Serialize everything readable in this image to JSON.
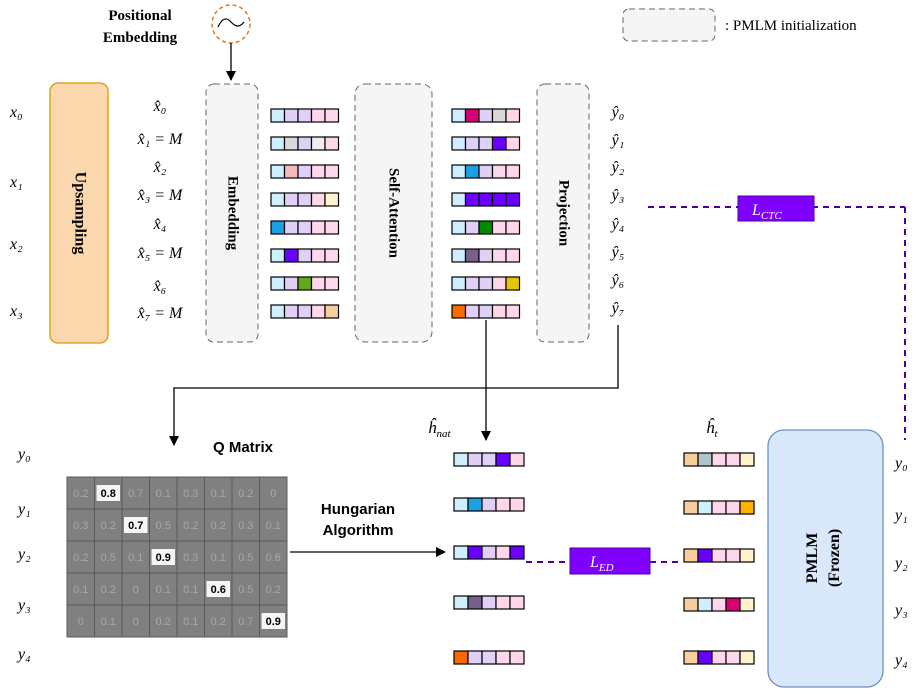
{
  "positional_embedding": {
    "line1": "Positional",
    "line2": "Embedding"
  },
  "legend": {
    "label": ": PMLM initialization"
  },
  "inputs": [
    "x₀",
    "x₁",
    "x₂",
    "x₃"
  ],
  "upsampled": [
    "x̂₀",
    "x̂₁ = M",
    "x̂₂",
    "x̂₃ = M",
    "x̂₄",
    "x̂₅ = M",
    "x̂₆",
    "x̂₇ = M"
  ],
  "blocks": {
    "upsampling": "Upsampling",
    "embedding": "Embedding",
    "self_attention": "Self-Attention",
    "projection": "Projection",
    "pmlm_line1": "PMLM",
    "pmlm_line2": "(Frozen)"
  },
  "outputs_hat": [
    "ŷ₀",
    "ŷ₁",
    "ŷ₂",
    "ŷ₃",
    "ŷ₄",
    "ŷ₅",
    "ŷ₆",
    "ŷ₇"
  ],
  "loss_ctc": {
    "main": "L",
    "sub": "CTC"
  },
  "loss_ed": {
    "main": "L",
    "sub": "ED"
  },
  "h_nat": {
    "main": "ĥ",
    "sub": "nat"
  },
  "h_t": {
    "main": "ĥ",
    "sub": "t"
  },
  "q_matrix": {
    "title": "Q Matrix",
    "rows_left": [
      "y₀",
      "y₁",
      "y₂",
      "y₃",
      "y₄"
    ],
    "values": [
      [
        "0.2",
        "0.8",
        "0.7",
        "0.1",
        "0.3",
        "0.1",
        "0.2",
        "0"
      ],
      [
        "0.3",
        "0.2",
        "0.7",
        "0.5",
        "0.2",
        "0.2",
        "0.3",
        "0.1"
      ],
      [
        "0.2",
        "0.5",
        "0.1",
        "0.9",
        "0.3",
        "0.1",
        "0.5",
        "0.6"
      ],
      [
        "0.1",
        "0.2",
        "0",
        "0.1",
        "0.1",
        "0.6",
        "0.5",
        "0.2"
      ],
      [
        "0",
        "0.1",
        "0",
        "0.2",
        "0.1",
        "0.2",
        "0.7",
        "0.9"
      ]
    ],
    "highlight": [
      [
        0,
        1
      ],
      [
        1,
        2
      ],
      [
        2,
        3
      ],
      [
        3,
        5
      ],
      [
        4,
        7
      ]
    ]
  },
  "hungarian": {
    "line1": "Hungarian",
    "line2": "Algorithm"
  },
  "rows_right": [
    "y₀",
    "y₁",
    "y₂",
    "y₃",
    "y₄"
  ],
  "colors": {
    "upsampling_fill": "#fad7ac",
    "upsampling_stroke": "#d79b00",
    "pmlm_fill": "#dae8fc",
    "pmlm_stroke": "#6c8ebf",
    "loss_fill": "#7f00ff",
    "dashed_link": "#4c0099",
    "matrix_fill": "#808080",
    "cyan": "#cfefff",
    "lavender": "#e0d0f5",
    "pink": "#ffd6ea",
    "peach": "#f7cf9c",
    "gray_blue": "#b0c4cc"
  }
}
